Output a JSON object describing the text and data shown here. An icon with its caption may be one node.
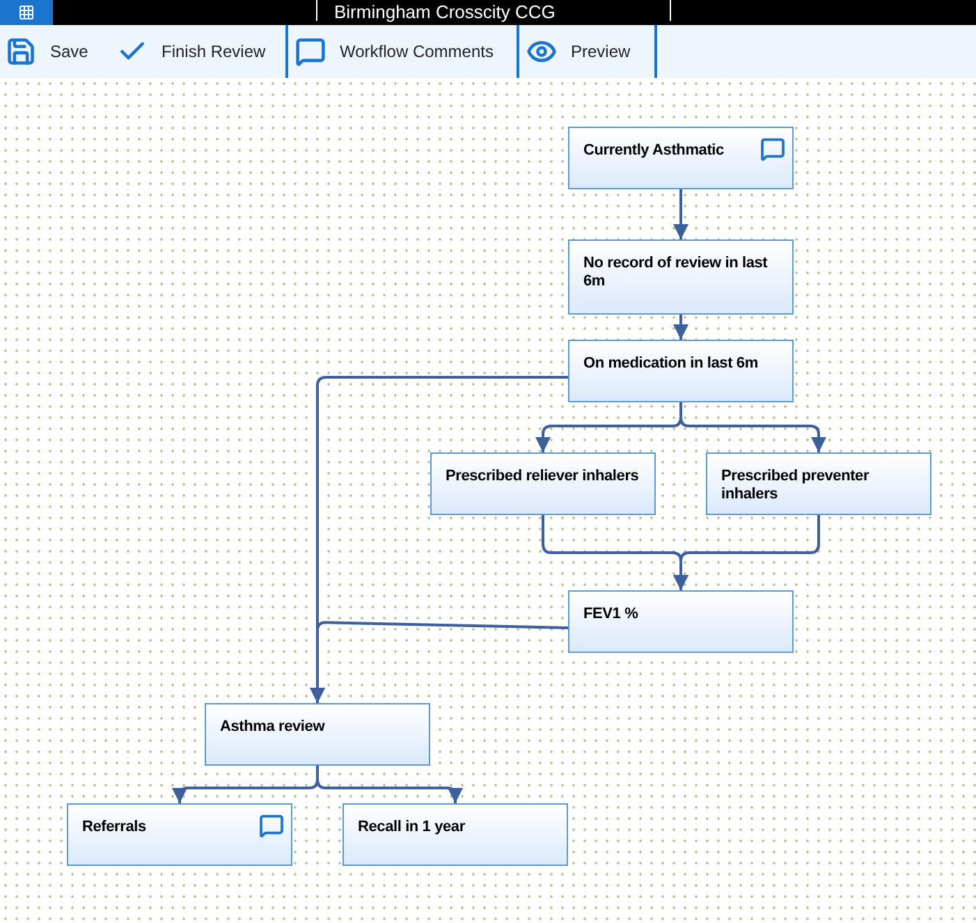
{
  "diagram": {
    "nodes": [
      {
        "text": [
          "Currently Asthmatic"
        ]
      },
      {
        "text": [
          "No record of review in last 6m"
        ]
      },
      {
        "text": [
          "On medication in last 6m"
        ]
      },
      {
        "text": [
          "Prescribed reliever inhalers"
        ]
      },
      {
        "text": [
          "Prescribed preventer inhalers"
        ]
      },
      {
        "text": [
          "FEV1 %"
        ]
      },
      {
        "text": [
          "Asthma review"
        ]
      },
      {
        "text": [
          "Referrals"
        ]
      },
      {
        "text": [
          "Recall in 1 year"
        ]
      }
    ],
    "edges": [
      {
        "from": 0,
        "to": 1,
        "arrow": "to"
      },
      {
        "from": 1,
        "to": 2,
        "arrow": "to"
      },
      {
        "from": 2,
        "to": 3,
        "arrow": "to"
      },
      {
        "from": 2,
        "to": 4,
        "arrow": "to"
      },
      {
        "from": 3,
        "to": 5,
        "arrow": "to"
      },
      {
        "from": 4,
        "to": 5,
        "arrow": "to"
      },
      {
        "from": 2,
        "to": 6,
        "arrow": "to"
      },
      {
        "from": 5,
        "to": 6,
        "arrow": "to"
      },
      {
        "from": 6,
        "to": 7,
        "arrow": "to"
      },
      {
        "from": 6,
        "to": 8,
        "arrow": "to"
      }
    ],
    "labels": [
      "Birmingham Crosscity CCG",
      "Save",
      "Finish Review",
      "Workflow Comments",
      "Preview"
    ]
  }
}
